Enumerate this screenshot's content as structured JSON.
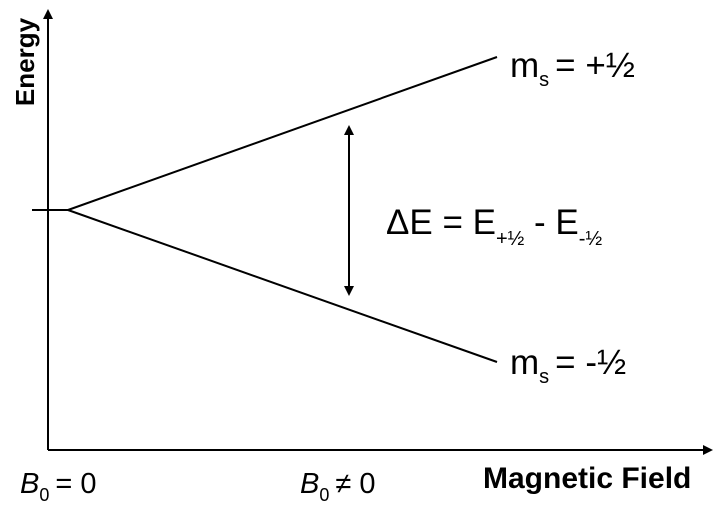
{
  "axes": {
    "y_label": "Energy",
    "x_label": "Magnetic Field"
  },
  "states": {
    "upper": {
      "symbol": "m",
      "subscript": "s",
      "value": "= +½"
    },
    "lower": {
      "symbol": "m",
      "subscript": "s",
      "value": "= -½"
    }
  },
  "energy_gap": {
    "main": "ΔE = E",
    "sub_plus": "+½",
    "middle": " - E",
    "sub_minus": "-½"
  },
  "field_labels": {
    "zero": {
      "symbol": "B",
      "subscript": "0",
      "value": "= 0"
    },
    "nonzero": {
      "symbol": "B",
      "subscript": "0",
      "value": "≠ 0"
    }
  },
  "colors": {
    "line": "#000000",
    "background": "#ffffff"
  }
}
